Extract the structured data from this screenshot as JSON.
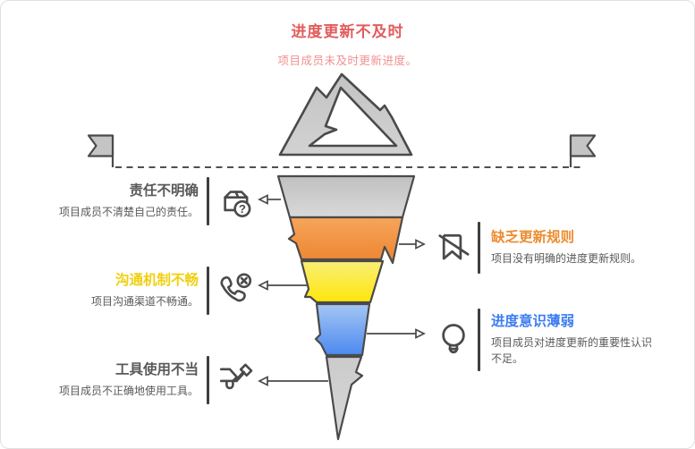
{
  "header": {
    "title": "进度更新不及时",
    "subtitle": "项目成员未及时更新进度。"
  },
  "colors": {
    "title_red": "#e25c5c",
    "subtitle_red": "#f29090",
    "desc_gray": "#595959",
    "outline": "#4a4a4a"
  },
  "left_items": [
    {
      "title": "责任不明确",
      "desc": "项目成员不清楚自己的责任。",
      "color": "#595959",
      "icon": "box-question-icon"
    },
    {
      "title": "沟通机制不畅",
      "desc": "项目沟通渠道不畅通。",
      "color": "#f0cf10",
      "icon": "phone-x-icon"
    },
    {
      "title": "工具使用不当",
      "desc": "项目成员不正确地使用工具。",
      "color": "#595959",
      "icon": "tools-icon"
    }
  ],
  "right_items": [
    {
      "title": "缺乏更新规则",
      "desc": "项目没有明确的进度更新规则。",
      "color": "#ed8b2f",
      "icon": "bookmark-slash-icon"
    },
    {
      "title": "进度意识薄弱",
      "desc": "项目成员对进度更新的重要性认识不足。",
      "color": "#3c7df2",
      "icon": "lightbulb-icon"
    }
  ],
  "funnel": {
    "segments": [
      {
        "label": "layer-top-gray",
        "top": "#c0c0c0",
        "bottom": "#d9d9d9"
      },
      {
        "label": "layer-orange",
        "top": "#f6a55c",
        "bottom": "#ec8530"
      },
      {
        "label": "layer-yellow",
        "top": "#faee77",
        "bottom": "#fee60a"
      },
      {
        "label": "layer-blue",
        "top": "#a5c6f4",
        "bottom": "#4c89ef"
      },
      {
        "label": "layer-spike",
        "top": "#cbcbcb",
        "bottom": "#d8d8d8"
      }
    ],
    "mountain": {
      "top": "#c3c3c3",
      "bottom": "#d2d2d2"
    }
  }
}
